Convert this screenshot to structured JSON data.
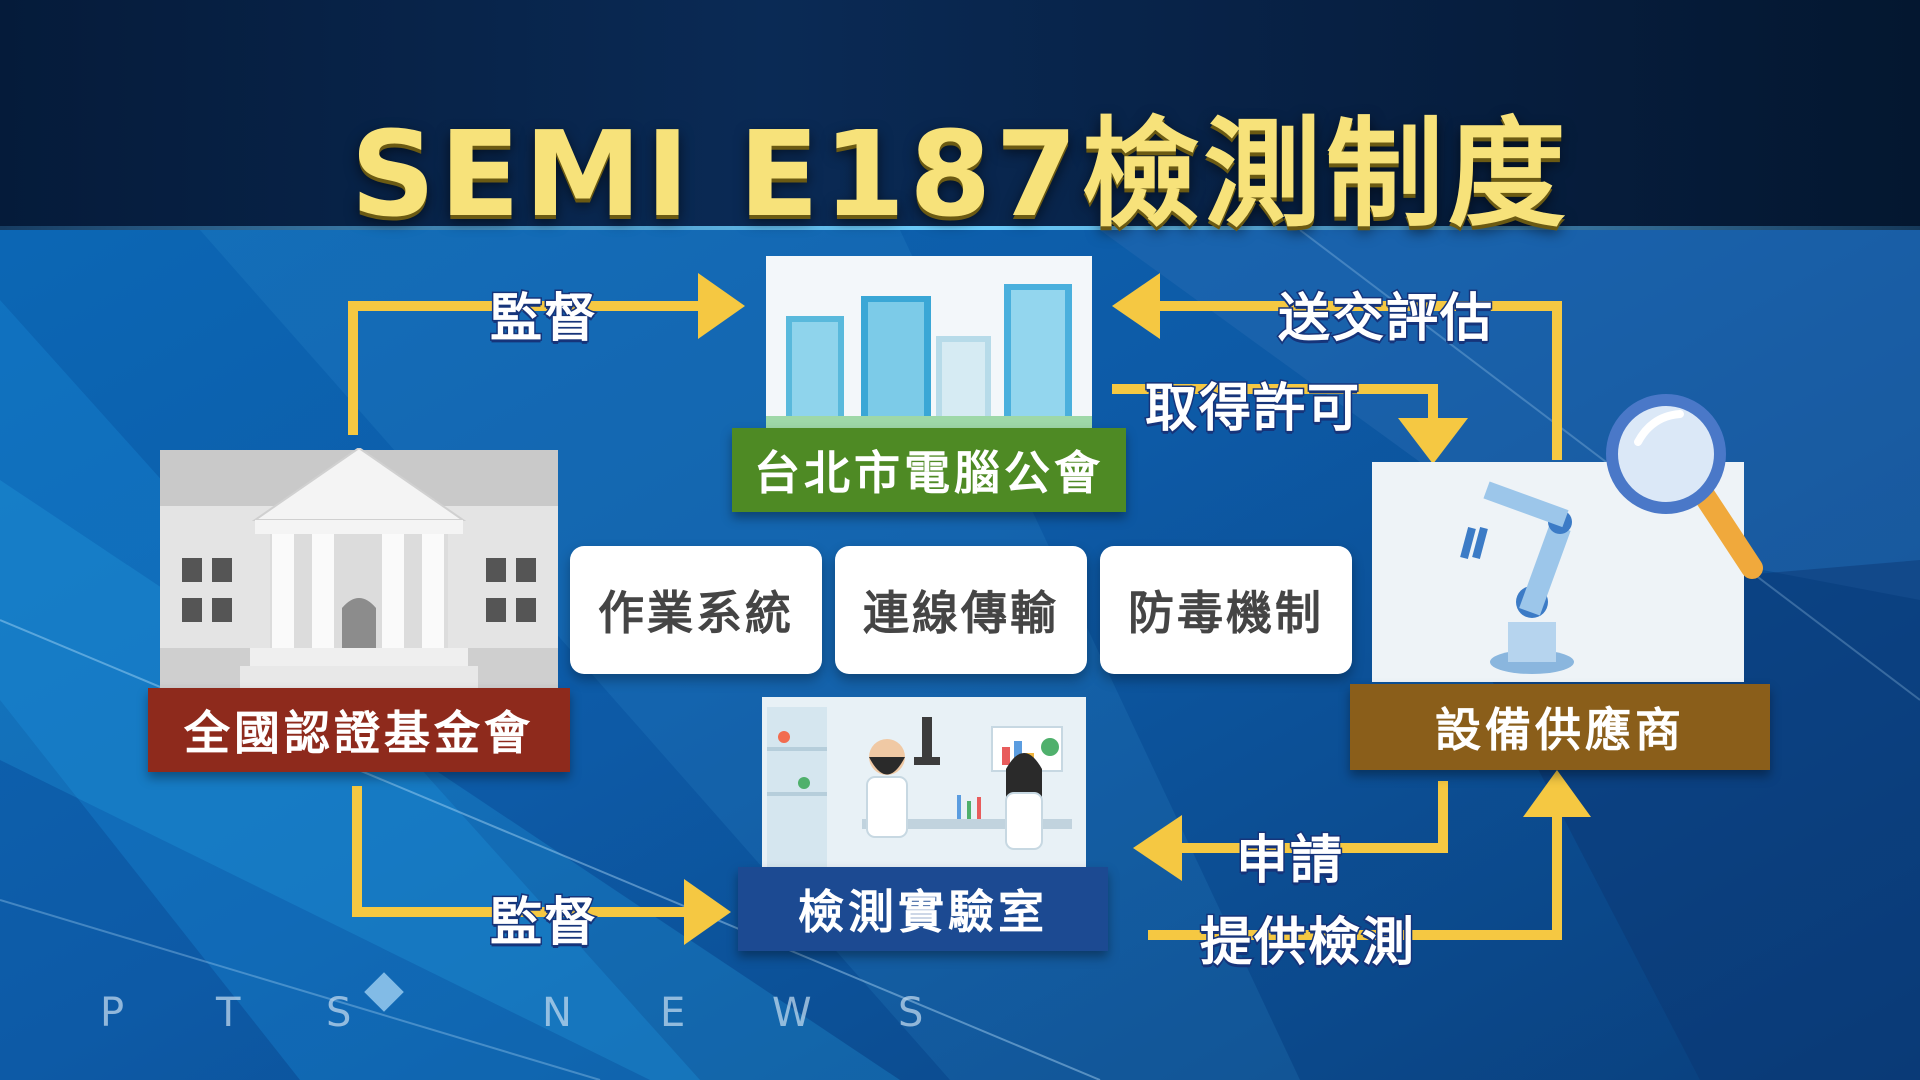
{
  "title": "SEMI E187檢測制度",
  "nodes": {
    "foundation": "全國認證基金會",
    "association": "台北市電腦公會",
    "lab": "檢測實驗室",
    "supplier": "設備供應商"
  },
  "checks": [
    "作業系統",
    "連線傳輸",
    "防毒機制"
  ],
  "flows": {
    "supervise_top": "監督",
    "supervise_bottom": "監督",
    "submit_evaluation": "送交評估",
    "obtain_permission": "取得許可",
    "apply": "申請",
    "provide_testing": "提供檢測"
  },
  "watermark": [
    "P",
    "T",
    "S",
    "N",
    "E",
    "W",
    "S"
  ],
  "colors": {
    "title": "#f7e27a",
    "arrow": "#f5c842",
    "foundation_plate": "#8e2a1c",
    "association_plate": "#4e8a24",
    "lab_plate": "#1c4a92",
    "supplier_plate": "#8a5e1a"
  }
}
